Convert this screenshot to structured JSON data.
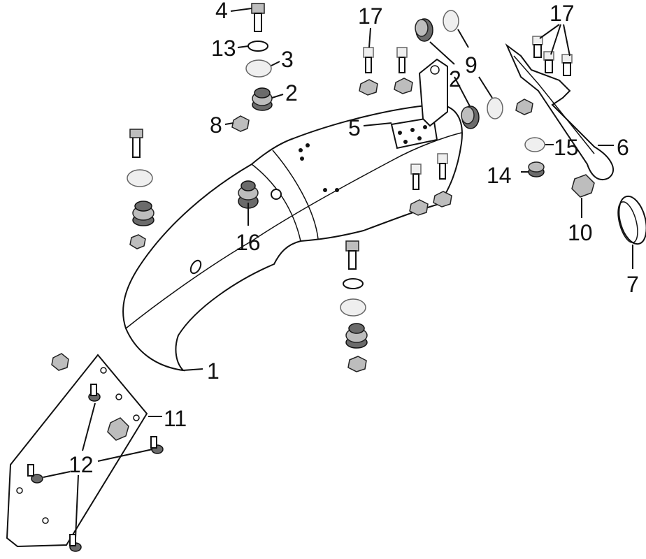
{
  "callouts": {
    "c1": "1",
    "c2a": "2",
    "c2b": "2",
    "c3": "3",
    "c4": "4",
    "c5": "5",
    "c6": "6",
    "c7": "7",
    "c8": "8",
    "c9": "9",
    "c10": "10",
    "c11": "11",
    "c12": "12",
    "c13": "13",
    "c14": "14",
    "c15": "15",
    "c16": "16",
    "c17a": "17",
    "c17b": "17"
  }
}
